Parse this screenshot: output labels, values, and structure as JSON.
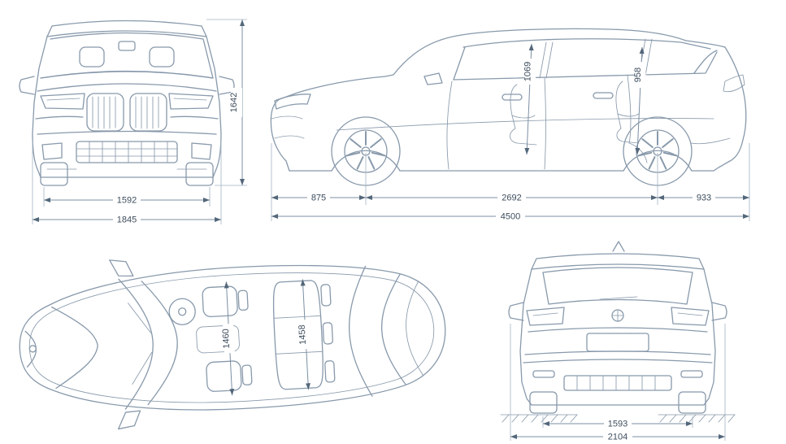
{
  "colors": {
    "body_line": "#8899ab",
    "dimension_line": "#7b8fa3",
    "arrow": "#53677a",
    "label_text": "#3d4d5d",
    "background": "#ffffff"
  },
  "dims": {
    "front": {
      "track": "1592",
      "width": "1845",
      "height": "1642"
    },
    "side": {
      "h_front": "1069",
      "h_rear": "958",
      "front_overhang": "875",
      "wheelbase": "2692",
      "rear_overhang": "933",
      "length": "4500"
    },
    "top": {
      "cabin_front": "1460",
      "cabin_rear": "1458"
    },
    "rear": {
      "rear_track": "1593",
      "width_mirrors": "2104"
    }
  }
}
